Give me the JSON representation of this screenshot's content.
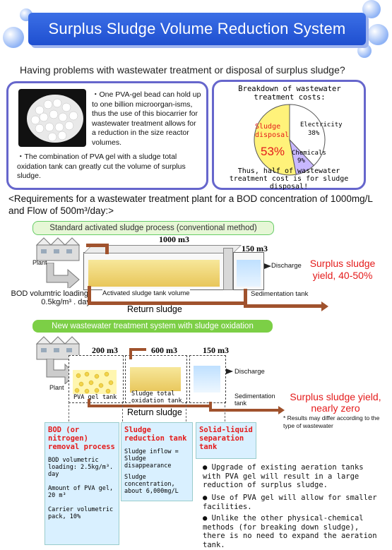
{
  "title": "Surplus Sludge Volume Reduction System",
  "subtitle": "Having problems with wastewater treatment or disposal of surplus sludge?",
  "intro": {
    "p1": "・One PVA-gel bead can hold up to one billion microorgan-isms, thus the use of this biocarrier for wastewater treatment allows for a reduction in the size reactor volumes.",
    "p2": "・The combination of PVA gel with a sludge total oxidation tank can greatly cut the volume of surplus sludge."
  },
  "costs": {
    "title": "Breakdown of wastewater treatment costs:",
    "sludge_label": "Sludge disposal",
    "sludge_pct": "53%",
    "electricity_label": "Electricity",
    "electricity_pct": "38%",
    "chemicals_label": "Chemicals",
    "chemicals_pct": "9%",
    "conclusion": "Thus, half of wastewater treatment cost is for sludge disposal!",
    "shares": [
      53,
      38,
      9
    ],
    "colors": [
      "#fff27a",
      "#ffffff",
      "#c8b8ff"
    ]
  },
  "requirements": "<Requirements for a wastewater treatment plant for a BOD concentration of 1000mg/L and Flow of 500m³/day:>",
  "standard": {
    "label": "Standard activated sludge process (conventional method)",
    "plant": "Plant",
    "bod": "BOD volumtric loading, 0.5kg/m³ . day",
    "tank1_vol": "1000 m3",
    "tank2_vol": "150 m3",
    "tank_label": "Activated sludge tank volume",
    "discharge": "Discharge",
    "sedimentation": "Sedimentation tank",
    "surplus": "Surplus sludge yield, 40-50%",
    "return": "Return sludge"
  },
  "new_system": {
    "label": "New wastewater treatment system with sludge oxidation",
    "plant": "Plant",
    "tank1_vol": "200 m3",
    "tank2_vol": "600 m3",
    "tank3_vol": "150 m3",
    "tank1_label": "PVA gel tank",
    "tank2_label": "Sludge total oxidation tank",
    "discharge": "Discharge",
    "sedimentation": "Sedimentation tank",
    "surplus": "Surplus sludge yield, nearly zero",
    "note": "* Results may differ according to the type of wastewater",
    "return": "Return sludge"
  },
  "cards": {
    "c1_title": "BOD (or nitrogen) removal process",
    "c1_l1": "BOD volumetric loading: 2.5kg/m³. day",
    "c1_l2": "Amount of PVA gel, 20 m³",
    "c1_l3": "Carrier volumetric pack, 10%",
    "c2_title": "Sludge reduction tank",
    "c2_l1": "Sludge inflow = Sludge disappearance",
    "c2_l2": "Sludge concentration, about 6,000mg/L",
    "c3_title": "Solid-liquid separation tank"
  },
  "bullets": [
    "Upgrade of existing aeration tanks with PVA gel will result in a large reduction of surplus sludge.",
    "Use of PVA gel will allow for smaller facilities.",
    "Unlike the other physical-chemical methods (for breaking down sludge), there is no need to expand the aeration tank."
  ]
}
